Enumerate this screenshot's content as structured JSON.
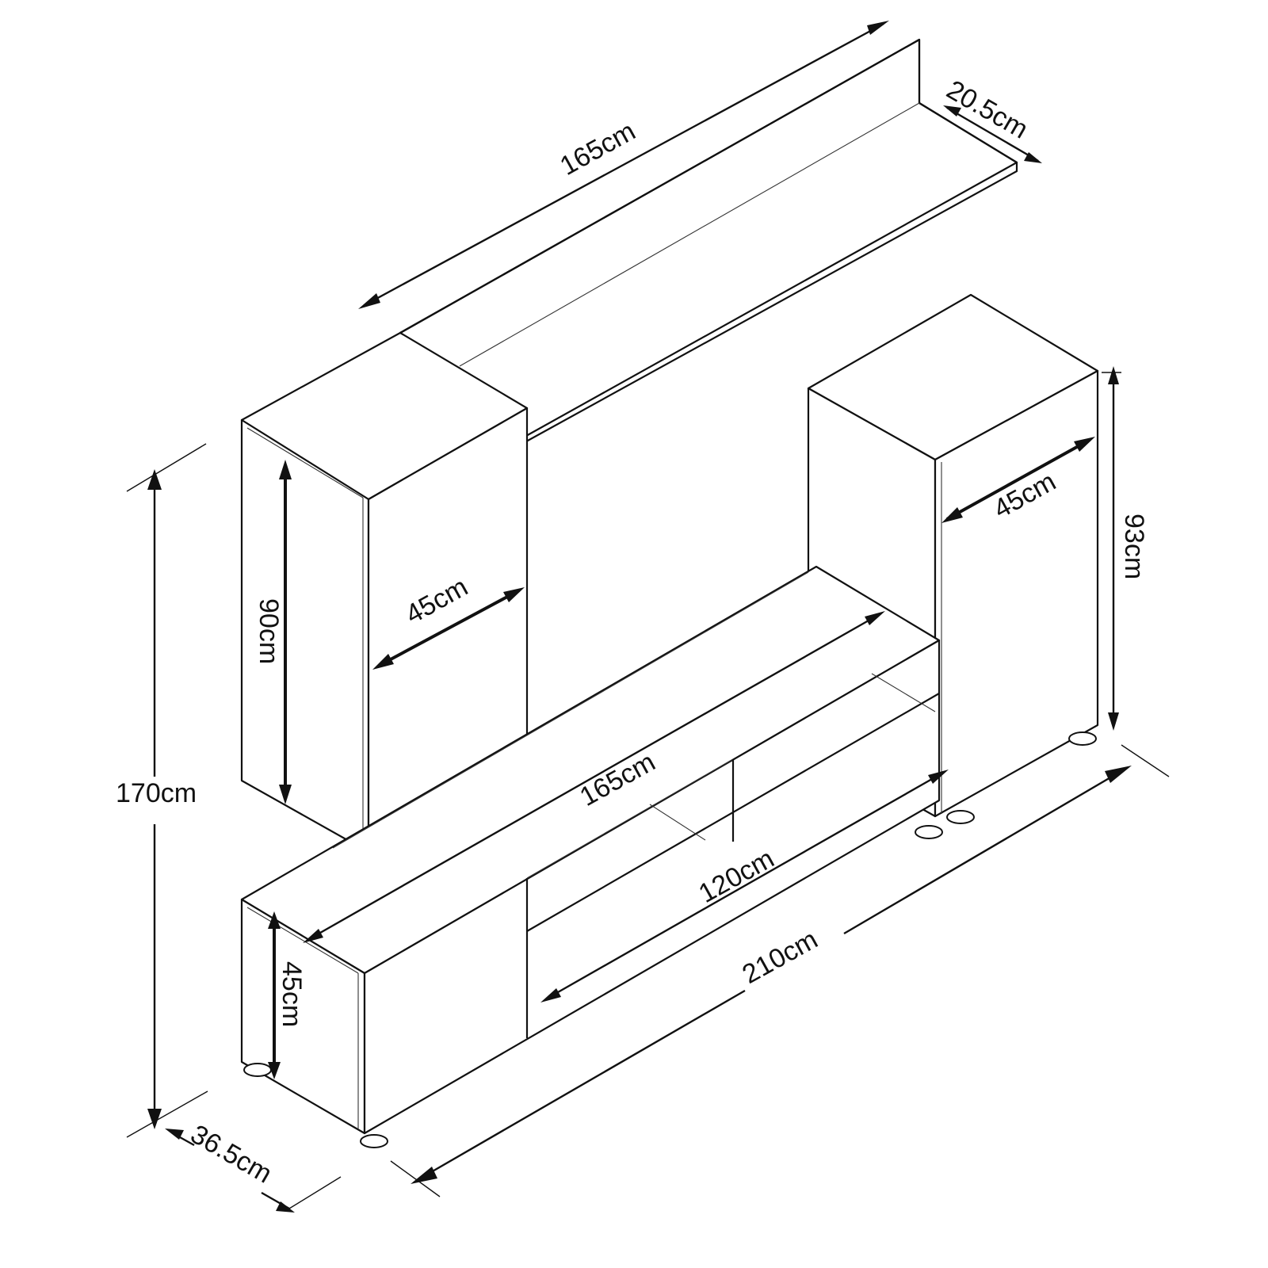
{
  "diagram": {
    "subject": "TV wall unit furniture set - dimension drawing",
    "dimensions": {
      "top_shelf_length": "165cm",
      "top_shelf_depth": "20.5cm",
      "left_cabinet_height": "90cm",
      "left_cabinet_width": "45cm",
      "right_cabinet_width": "45cm",
      "right_cabinet_height": "93cm",
      "overall_height": "170cm",
      "tv_unit_top_length": "165cm",
      "drawer_length": "120cm",
      "overall_width": "210cm",
      "tv_unit_height": "45cm",
      "tv_unit_depth": "36.5cm"
    }
  }
}
